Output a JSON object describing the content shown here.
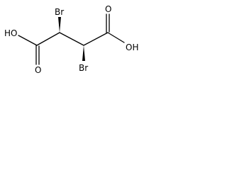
{
  "molecule": {
    "atom_labels": {
      "hydroxyl_left": "HO",
      "bromine_top": "Br",
      "oxygen_carbonyl_left": "O",
      "oxygen_carbonyl_right": "O",
      "hydroxyl_right": "OH",
      "bromine_bottom": "Br"
    },
    "colors": {
      "ink": "#000000",
      "background": "#ffffff"
    }
  }
}
